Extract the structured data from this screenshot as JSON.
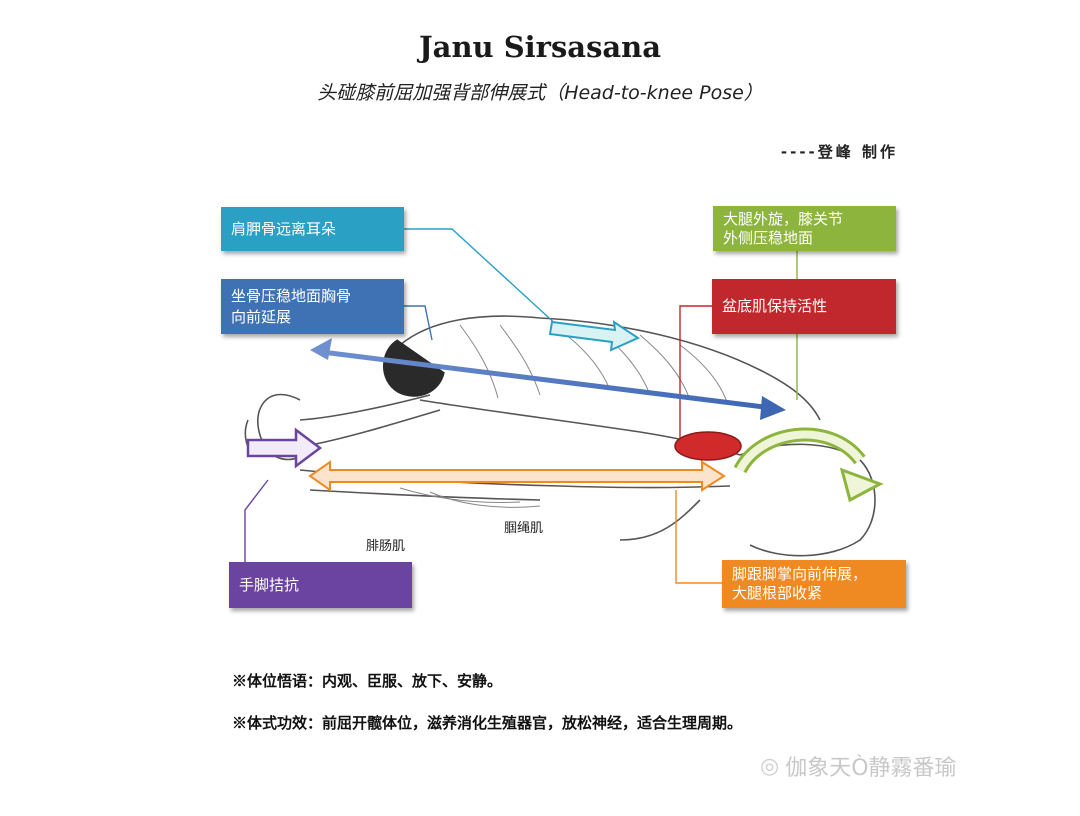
{
  "header": {
    "title": "Janu Sirsasana",
    "subtitle": "头碰膝前屈加强背部伸展式（Head-to-knee Pose）",
    "author": "----登峰 制作"
  },
  "callouts": {
    "shoulder": {
      "line1": "肩胛骨远离耳朵",
      "line2": "",
      "color": "#2aa0c4"
    },
    "sitbones": {
      "line1": "坐骨压稳地面胸骨",
      "line2": "向前延展",
      "color": "#3f72b5"
    },
    "hands_feet": {
      "line1": "手脚拮抗",
      "line2": "",
      "color": "#6a44a0"
    },
    "thigh": {
      "line1": "大腿外旋，膝关节",
      "line2": "外侧压稳地面",
      "color": "#8db43c"
    },
    "pelvic": {
      "line1": "盆底肌保持活性",
      "line2": "",
      "color": "#c0282d"
    },
    "heel": {
      "line1": "脚跟脚掌向前伸展，",
      "line2": "大腿根部收紧",
      "color": "#ef8a22"
    }
  },
  "muscles": {
    "gastrocnemius": "腓肠肌",
    "hamstring": "腘绳肌"
  },
  "notes": {
    "line1": "※体位悟语：内观、臣服、放下、安静。",
    "line2": "※体式功效：前屈开髋体位，滋养消化生殖器官，放松神经，适合生理周期。"
  },
  "watermark": {
    "text": "伽象天Ò静霧番瑜"
  }
}
